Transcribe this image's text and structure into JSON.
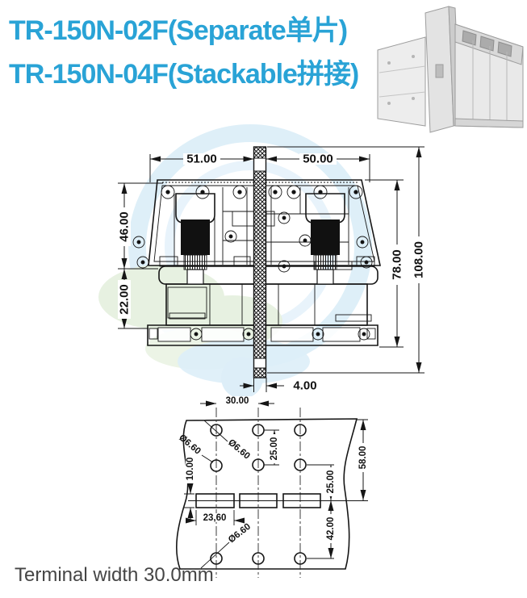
{
  "title": {
    "line1": "TR-150N-02F(Separate单片)",
    "line2": "TR-150N-04F(Stackable拼接)"
  },
  "caption": "Terminal width 30.0mm",
  "colors": {
    "title_blue": "#29a3d6",
    "drawing_line": "#161616",
    "watermark_blue": "#d8ecf7",
    "watermark_green": "#e7f1e1"
  },
  "front_view": {
    "dims": {
      "top_left": "51.00",
      "top_right": "50.00",
      "left_upper": "46.00",
      "left_lower": "22.00",
      "right_inner": "78.00",
      "right_outer": "108.00",
      "bottom_strip": "4.00"
    }
  },
  "pcb_view": {
    "dims": {
      "hole_pitch": "30.00",
      "row_spacing_upper": "25.00",
      "top_to_slot": "58.00",
      "slot_height": "10.00",
      "row_to_slot": "25.00",
      "slot_width": "23,60",
      "slot_to_bottom_row": "42.00",
      "hole_dia_a": "Ø6.60",
      "hole_dia_b": "Ø6.60",
      "hole_dia_c": "Ø6.60"
    }
  }
}
